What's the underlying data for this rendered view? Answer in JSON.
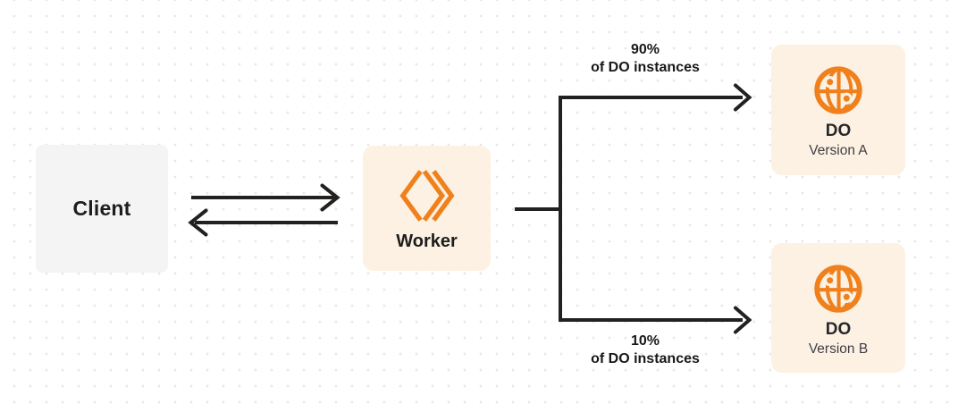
{
  "diagram": {
    "client": {
      "label": "Client"
    },
    "worker": {
      "label": "Worker",
      "icon": "cloudflare-workers-icon"
    },
    "branches": {
      "top": {
        "percent": "90%",
        "caption": "of DO instances"
      },
      "bottom": {
        "percent": "10%",
        "caption": "of DO instances"
      }
    },
    "do_version_a": {
      "title": "DO",
      "subtitle": "Version A",
      "icon": "globe-icon"
    },
    "do_version_b": {
      "title": "DO",
      "subtitle": "Version B",
      "icon": "globe-icon"
    },
    "colors": {
      "accent_orange": "#F0801C",
      "node_cream_bg": "#FCF1E2",
      "client_box_bg": "#F4F4F5",
      "connector_line": "#232120",
      "text_primary": "#1D1D1F",
      "text_secondary": "#3F3F46",
      "dot_grid": "#E8E8E9"
    }
  }
}
